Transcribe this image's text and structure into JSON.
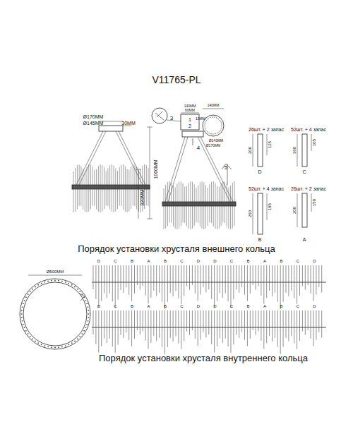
{
  "diagram": {
    "title": "V11765-PL",
    "labels": [
      "Ø170MM",
      "Ø145MM",
      "30MM",
      "1000MM",
      "320MM",
      "140MM",
      "60MM",
      "1",
      "2",
      "3",
      "4",
      "5",
      "140MM",
      "10MM",
      "Ø143MM",
      "Ø170MM",
      "26шт. + 2 запас",
      "52шт. + 4 запас",
      "D",
      "C",
      "200",
      "125",
      "260",
      "105",
      "52шт. + 4 запас",
      "26шт. + 2 запас",
      "B",
      "A",
      "260",
      "185",
      "200",
      "150",
      "Порядок установки хрусталя внешнего кольца",
      "Ø500MM",
      "Порядок установки хрусталя внутреннего кольца",
      "D",
      "C",
      "B",
      "A",
      "B",
      "C",
      "D",
      "D",
      "C",
      "B",
      "A",
      "B",
      "C",
      "D",
      "D",
      "C",
      "B",
      "A",
      "B",
      "C",
      "D",
      "D",
      "C",
      "B",
      "A",
      "B",
      "C",
      "D"
    ]
  }
}
